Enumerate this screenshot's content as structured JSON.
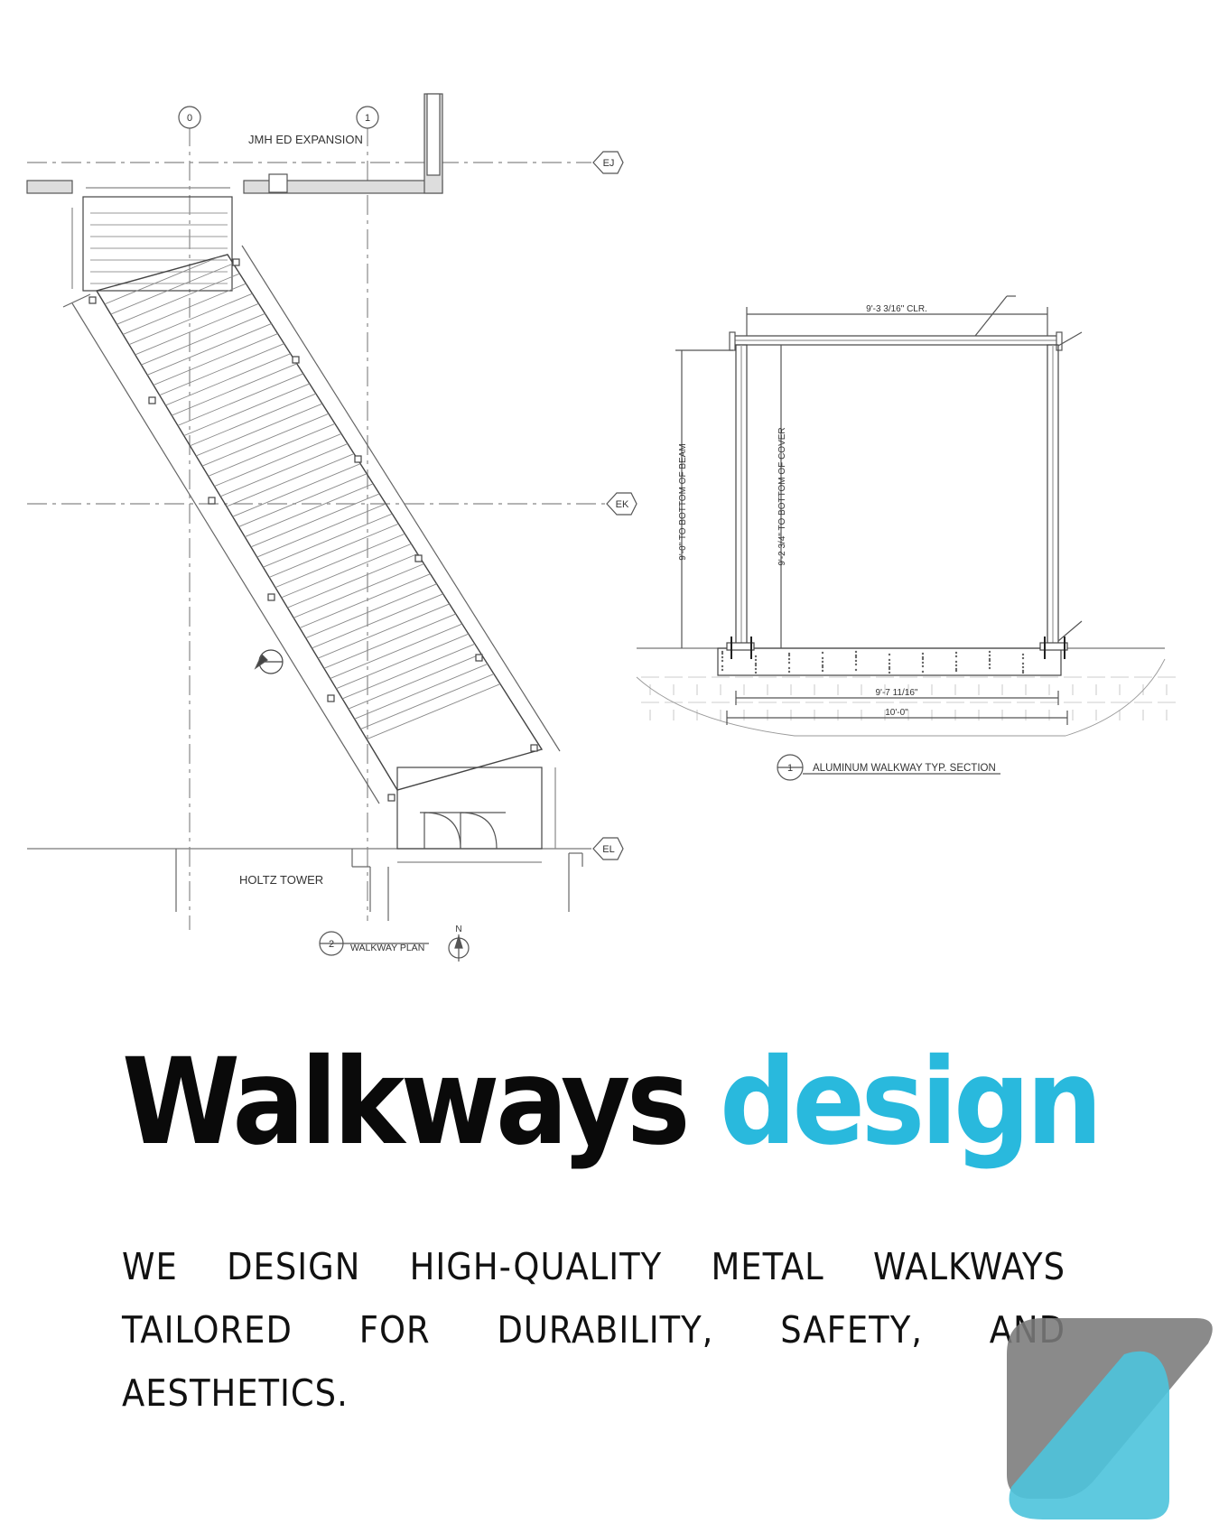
{
  "drawing": {
    "plan": {
      "grid_top": [
        "0",
        "1"
      ],
      "grid_right": [
        "EJ",
        "EK",
        "EL"
      ],
      "building_top": "JMH ED EXPANSION",
      "building_bottom": "HOLTZ TOWER",
      "detail_number": "2",
      "title": "WALKWAY PLAN",
      "north": "N"
    },
    "section": {
      "detail_number": "1",
      "title": "ALUMINUM WALKWAY TYP. SECTION",
      "clear_width": "9'-3 3/16\" CLR.",
      "height_beam": "9'-0\" TO BOTTOM OF BEAM",
      "height_cover": "9'-2 3/4\" TO BOTTOM OF COVER",
      "inner_width": "9'-7 11/16\"",
      "outer_width": "10'-0\""
    }
  },
  "headline": {
    "word1": "Walkways",
    "word2": "design"
  },
  "tagline": "We design high-quality metal walkways tailored for durability, safety, and aesthetics.",
  "colors": {
    "accent": "#29b9dd",
    "dark": "#0a0a0a",
    "logo_gray": "#7a7a7a",
    "logo_blue": "#4cc3dc"
  }
}
